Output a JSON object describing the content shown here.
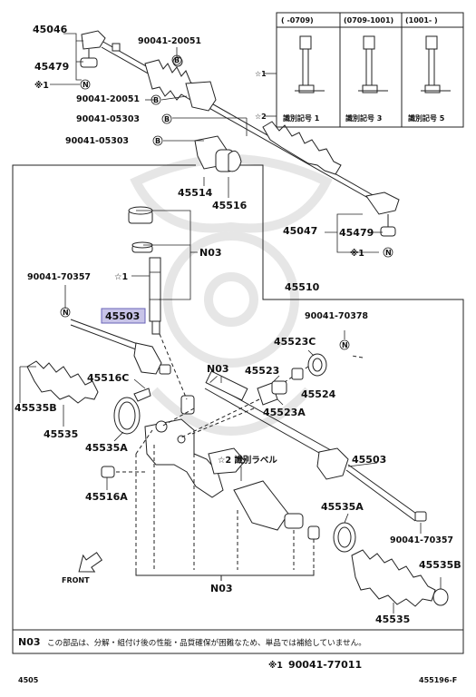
{
  "parts": {
    "p45046": "45046",
    "p45479_left": "45479",
    "p90041_20051_top": "90041-20051",
    "p90041_20051_mid": "90041-20051",
    "p90041_05303_a": "90041-05303",
    "p90041_05303_b": "90041-05303",
    "p45514": "45514",
    "p45516": "45516",
    "p45047": "45047",
    "p45479_right": "45479",
    "pN03_a": "N03",
    "p90041_70357_top": "90041-70357",
    "p45510": "45510",
    "p45503_highlight": "45503",
    "p90041_70378": "90041-70378",
    "p45523C": "45523C",
    "pN03_b": "N03",
    "p45523": "45523",
    "p45524": "45524",
    "p45523A": "45523A",
    "p45516C": "45516C",
    "p45535B_left": "45535B",
    "p45535_left": "45535",
    "p45535A_left": "45535A",
    "p45516A": "45516A",
    "p45503_right": "45503",
    "p45535A_right": "45535A",
    "p90041_70357_right": "90041-70357",
    "p45535B_right": "45535B",
    "p45535_right": "45535",
    "pN03_bottom": "N03"
  },
  "markers": {
    "x1_left": "※1",
    "x1_right": "※1",
    "star1": "☆1",
    "star2": "☆2",
    "star1_table": "☆1",
    "star2_table": "☆2",
    "label_ref": "☆2 識別ラベル",
    "front": "FRONT"
  },
  "callout_letters": {
    "b": "B",
    "n": "N"
  },
  "variant_table": {
    "headers": [
      "(      -0709)",
      "(0709-1001)",
      "(1001-      )"
    ],
    "id_marks": [
      "識別記号 1",
      "識別記号 3",
      "識別記号 5"
    ]
  },
  "footer": {
    "note_code": "N03",
    "note_text": "この部品は、分解・組付け後の性能・品質確保が困難なため、単品では補給していません。",
    "ref_mark": "※1",
    "ref_part": "90041-77011",
    "page_code": "4505",
    "figure_id": "455196-F"
  },
  "colors": {
    "highlight_fill": "#c8c4e8",
    "highlight_border": "#6a63b8",
    "line": "#222222",
    "watermark": "#e6e6e6"
  }
}
